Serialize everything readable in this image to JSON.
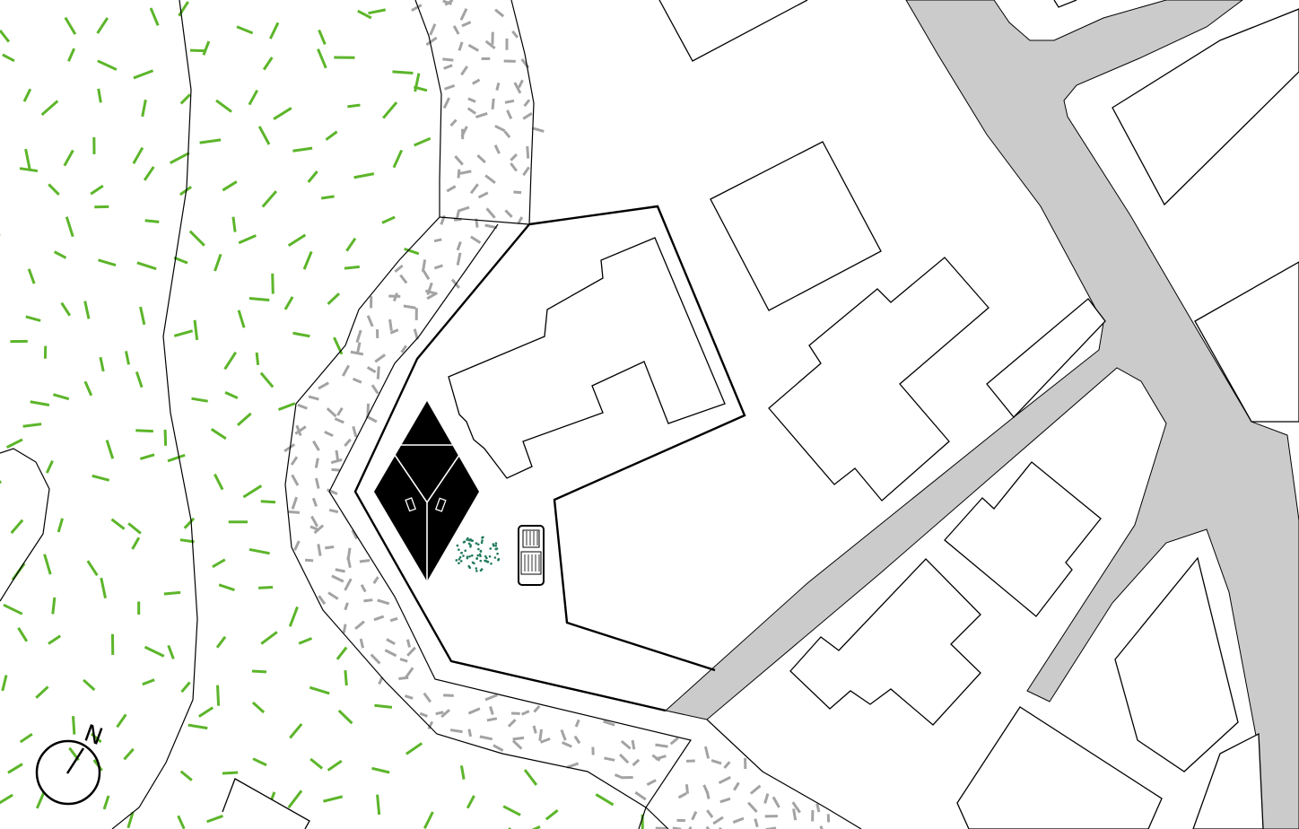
{
  "title": "Site plan",
  "north_arrow": {
    "label": "N"
  },
  "colors": {
    "vegetation": "#5cb52a",
    "gravel": "#a3a3a3",
    "road": "#cbcbcb",
    "house_roof": "#000000",
    "tree": "#1f7a5a"
  },
  "legend_icons": [
    "grass-hatch",
    "gravel-hatch",
    "road-fill",
    "tree-icon",
    "car-icon",
    "north-arrow-icon"
  ]
}
